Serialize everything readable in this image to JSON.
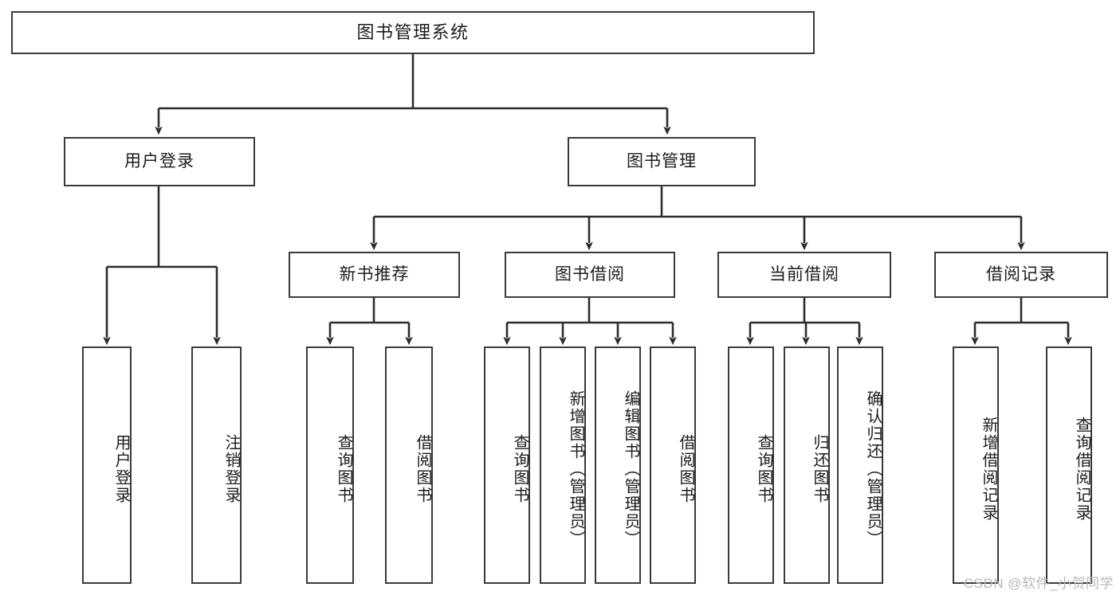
{
  "diagram": {
    "type": "tree-hierarchy",
    "title": "图书管理系统",
    "root": {
      "label": "图书管理系统"
    },
    "level1": [
      {
        "key": "user-login",
        "label": "用户登录"
      },
      {
        "key": "book-management",
        "label": "图书管理"
      }
    ],
    "level2": [
      {
        "key": "new-book-recommend",
        "label": "新书推荐",
        "parent": "book-management"
      },
      {
        "key": "book-borrow",
        "label": "图书借阅",
        "parent": "book-management"
      },
      {
        "key": "current-borrow",
        "label": "当前借阅",
        "parent": "book-management"
      },
      {
        "key": "borrow-record",
        "label": "借阅记录",
        "parent": "book-management"
      }
    ],
    "leaves": {
      "user_login": [
        {
          "key": "leaf-user-login",
          "label": "用户登录"
        },
        {
          "key": "leaf-logout-login",
          "label": "注销登录"
        }
      ],
      "new_book_recommend": [
        {
          "key": "leaf-query-book-1",
          "label": "查询图书"
        },
        {
          "key": "leaf-borrow-book-1",
          "label": "借阅图书"
        }
      ],
      "book_borrow": [
        {
          "key": "leaf-query-book-2",
          "label": "查询图书"
        },
        {
          "key": "leaf-add-book",
          "label": "新增图书（管理员）"
        },
        {
          "key": "leaf-edit-book",
          "label": "编辑图书（管理员）"
        },
        {
          "key": "leaf-borrow-book-2",
          "label": "借阅图书"
        }
      ],
      "current_borrow": [
        {
          "key": "leaf-query-book-3",
          "label": "查询图书"
        },
        {
          "key": "leaf-return-book",
          "label": "归还图书"
        },
        {
          "key": "leaf-confirm-return",
          "label": "确认归还（管理员）"
        }
      ],
      "borrow_record": [
        {
          "key": "leaf-add-borrow-record",
          "label": "新增借阅记录"
        },
        {
          "key": "leaf-query-borrow-record",
          "label": "查询借阅记录"
        }
      ]
    }
  },
  "watermark": {
    "text": "CSDN @软件_小贺同学"
  },
  "colors": {
    "border": "#3a3a3a",
    "text": "#1c1c1c",
    "background": "#ffffff",
    "watermark": "#b9b9b9"
  }
}
